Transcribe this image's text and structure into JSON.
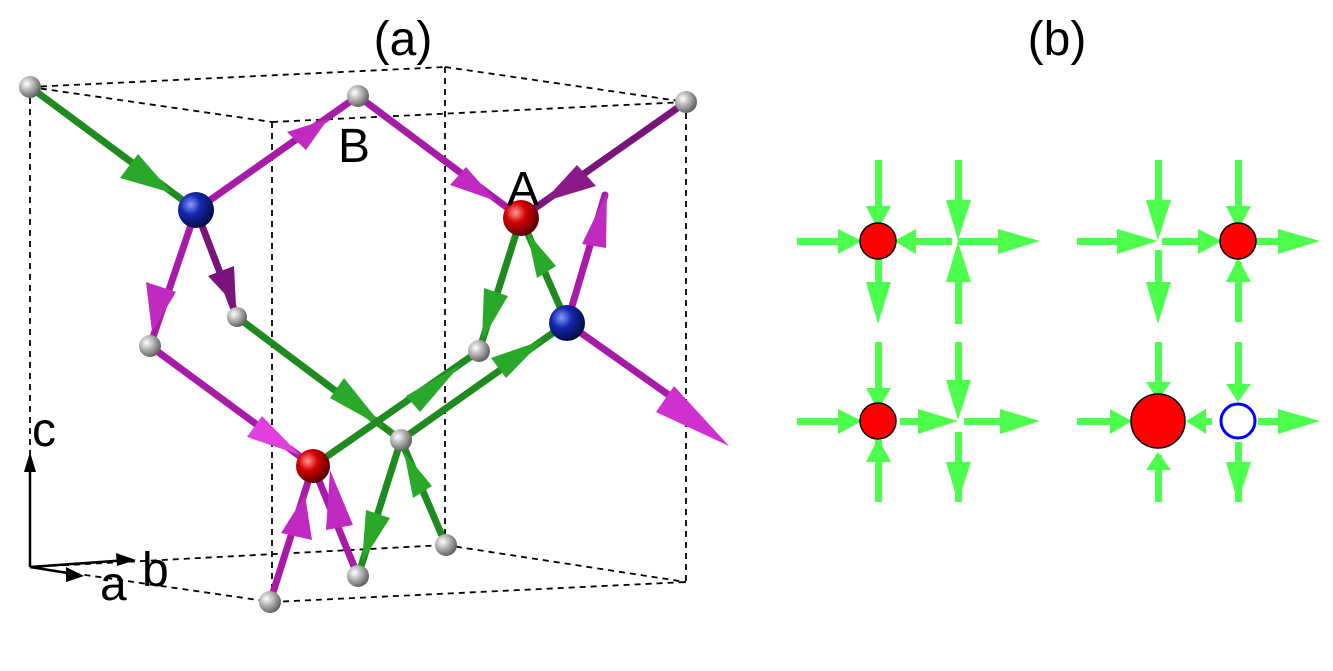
{
  "panels": {
    "a": {
      "label": "(a)",
      "site_labels": {
        "B": "B",
        "A": "A"
      },
      "axes": {
        "c": "c",
        "b": "b",
        "a": "a"
      }
    },
    "b": {
      "label": "(b)"
    }
  },
  "colors": {
    "green_arrow": "#1f8a1f",
    "magenta_arrow": "#a81aa8",
    "red_atom": "#cc0000",
    "blue_atom": "#1020a8",
    "gray_atom": "#a0a0a0",
    "light_green_arrow": "#4dff4d",
    "site_red": "#ff0000",
    "site_open_blue": "#0000ff"
  }
}
